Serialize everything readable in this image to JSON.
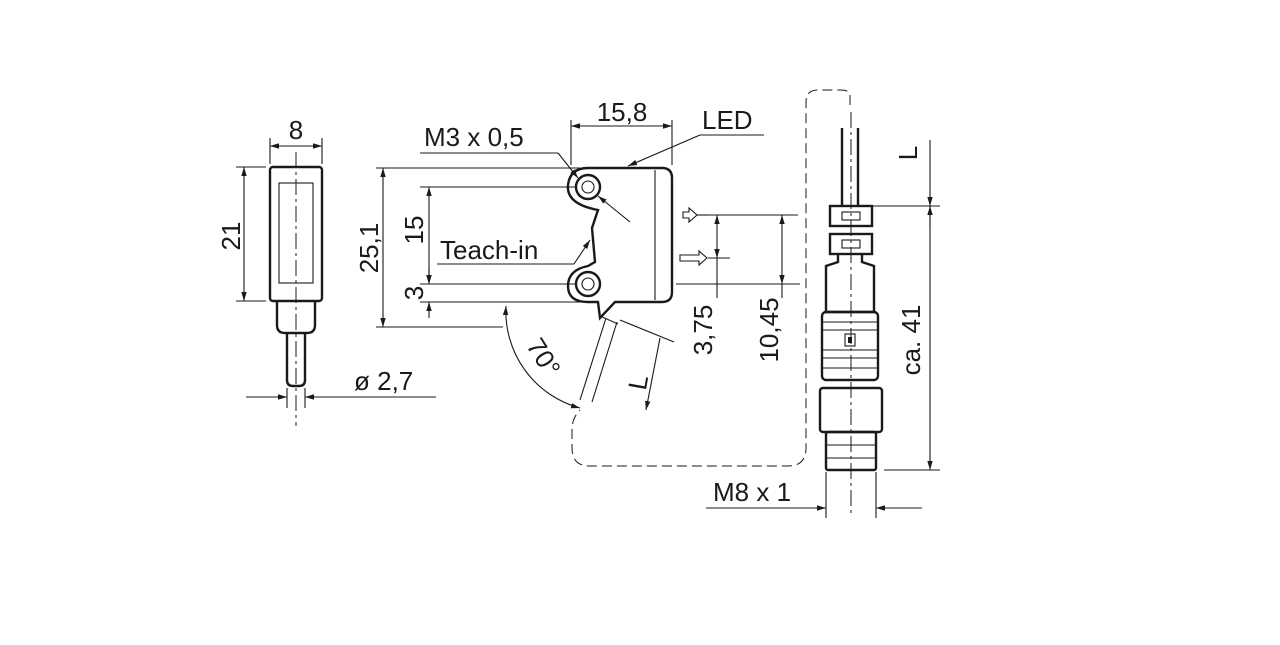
{
  "dimensions": {
    "front_width": "8",
    "front_height": "21",
    "cable_diameter": "ø  2,7",
    "thread_label": "M3 x 0,5",
    "top_width": "15,8",
    "led_label": "LED",
    "teach_in_label": "Teach-in",
    "body_height": "25,1",
    "hole_spacing": "15",
    "hole_offset": "3",
    "angle": "70°",
    "cable_length_left": "L",
    "optic_offset": "3,75",
    "optic_height": "10,45",
    "cable_length_right": "L",
    "connector_length": "ca. 41",
    "connector_thread": "M8 x 1"
  }
}
